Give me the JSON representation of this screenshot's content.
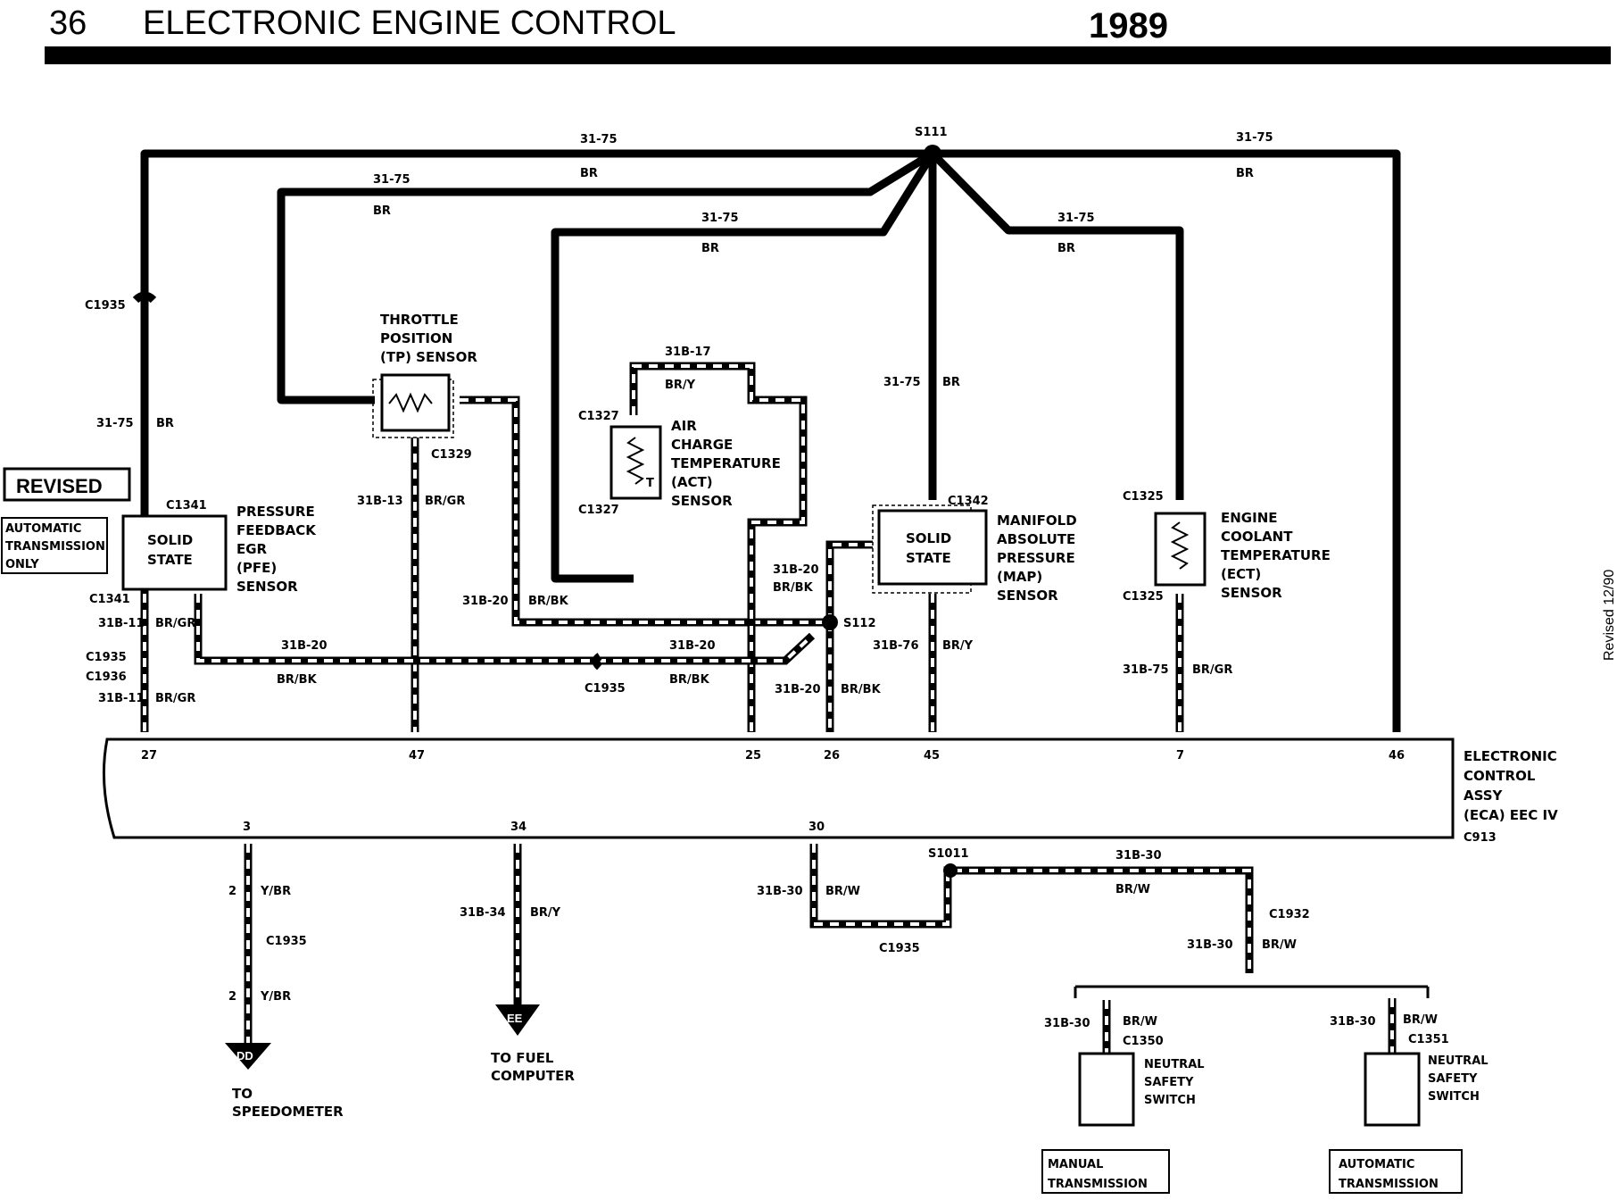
{
  "header": {
    "page_number": "36",
    "title": "ELECTRONIC ENGINE CONTROL",
    "year": "1989"
  },
  "side_note": "Revised 12/90",
  "revised_badge": "REVISED",
  "auto_only_note": [
    "AUTOMATIC",
    "TRANSMISSION",
    "ONLY"
  ],
  "splices": {
    "s111": "S111",
    "s112": "S112",
    "s1011": "S1011"
  },
  "wires": {
    "w31_75": "31-75",
    "br": "BR",
    "w31b_17": "31B-17",
    "br_y": "BR/Y",
    "w31b_13": "31B-13",
    "br_gr": "BR/GR",
    "w31b_20": "31B-20",
    "br_bk": "BR/BK",
    "w31b_11": "31B-11",
    "w31b_76": "31B-76",
    "w31b_75": "31B-75",
    "w2": "2",
    "y_br": "Y/BR",
    "w31b_34": "31B-34",
    "w31b_30": "31B-30",
    "br_w": "BR/W"
  },
  "connectors": {
    "c1935": "C1935",
    "c1936": "C1936",
    "c1341": "C1341",
    "c1329": "C1329",
    "c1327": "C1327",
    "c1342": "C1342",
    "c1325": "C1325",
    "c1932": "C1932",
    "c1350": "C1350",
    "c1351": "C1351",
    "c913": "C913"
  },
  "components": {
    "tp_sensor": [
      "THROTTLE",
      "POSITION",
      "(TP) SENSOR"
    ],
    "act_sensor": [
      "AIR",
      "CHARGE",
      "TEMPERATURE",
      "(ACT)",
      "SENSOR"
    ],
    "pfe_sensor": [
      "PRESSURE",
      "FEEDBACK",
      "EGR",
      "(PFE)",
      "SENSOR"
    ],
    "map_sensor": [
      "MANIFOLD",
      "ABSOLUTE",
      "PRESSURE",
      "(MAP)",
      "SENSOR"
    ],
    "ect_sensor": [
      "ENGINE",
      "COOLANT",
      "TEMPERATURE",
      "(ECT)",
      "SENSOR"
    ],
    "solid_state": [
      "SOLID",
      "STATE"
    ],
    "eca": [
      "ELECTRONIC",
      "CONTROL",
      "ASSY",
      "(ECA) EEC IV"
    ],
    "neutral_switch": [
      "NEUTRAL",
      "SAFETY",
      "SWITCH"
    ],
    "thermistor_mark": "T"
  },
  "pins_top": [
    "27",
    "47",
    "25",
    "26",
    "45",
    "7",
    "46"
  ],
  "pins_bottom": [
    "3",
    "34",
    "30"
  ],
  "terminals": {
    "dd": "DD",
    "ee": "EE",
    "to_speedometer": [
      "TO",
      "SPEEDOMETER"
    ],
    "to_fuel_computer": [
      "TO FUEL",
      "COMPUTER"
    ]
  },
  "transmission_labels": {
    "manual": [
      "MANUAL",
      "TRANSMISSION"
    ],
    "automatic": [
      "AUTOMATIC",
      "TRANSMISSION"
    ]
  }
}
